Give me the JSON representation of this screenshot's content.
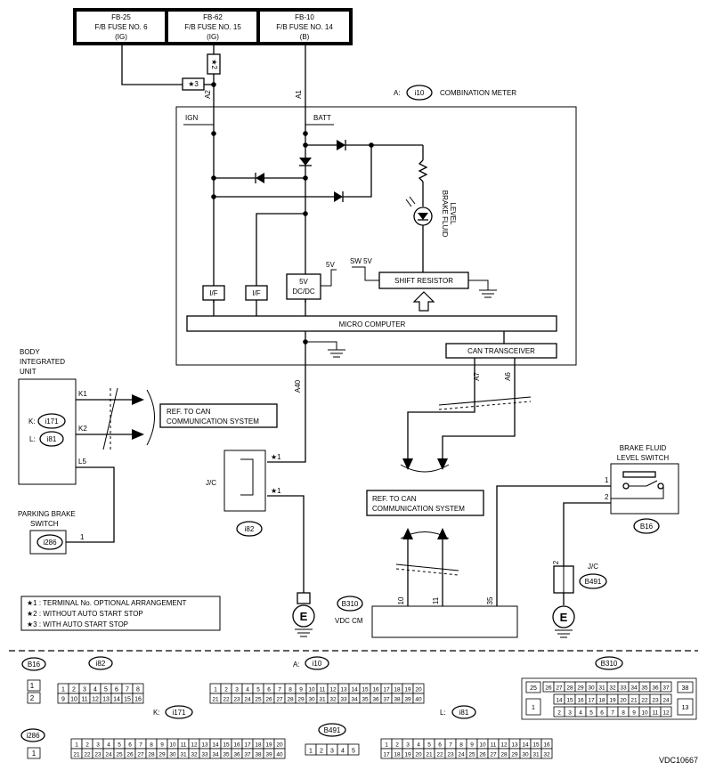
{
  "fuses": [
    {
      "name": "FB-25",
      "label": "F/B FUSE NO. 6",
      "ign": "(IG)"
    },
    {
      "name": "FB-62",
      "label": "F/B FUSE NO. 15",
      "ign": "(IG)"
    },
    {
      "name": "FB-10",
      "label": "F/B FUSE NO. 14",
      "ign": "(B)"
    }
  ],
  "notes_marks": {
    "n1": "★1",
    "n2": "★2",
    "n3": "★3"
  },
  "meter": {
    "prefix": "A:",
    "code": "i10",
    "name": "COMBINATION METER",
    "ign": "IGN",
    "batt": "BATT",
    "pin_a2": "A2",
    "pin_a1": "A1",
    "pin_a40": "A40",
    "pin_a7": "A7",
    "pin_a6": "A6",
    "brake_fluid": [
      "BRAKE FLUID",
      "LEVEL"
    ],
    "sw5v": "SW 5V",
    "v5": "5V",
    "shift_resistor": "SHIFT RESISTOR",
    "if1": "I/F",
    "if2": "I/F",
    "dcdc": [
      "5V",
      "DC/DC"
    ],
    "micro": "MICRO COMPUTER",
    "can": "CAN TRANSCEIVER"
  },
  "biu": {
    "title": [
      "BODY",
      "INTEGRATED",
      "UNIT"
    ],
    "k_prefix": "K:",
    "k_code": "i171",
    "l_prefix": "L:",
    "l_code": "i81",
    "pin_k1": "K1",
    "pin_k2": "K2",
    "pin_l5": "L5"
  },
  "ref_can_1": [
    "REF. TO CAN",
    "COMMUNICATION SYSTEM"
  ],
  "ref_can_2": [
    "REF. TO CAN",
    "COMMUNICATION SYSTEM"
  ],
  "jc1": {
    "label": "J/C",
    "code": "i82"
  },
  "parking": {
    "title": [
      "PARKING BRAKE",
      "SWITCH"
    ],
    "code": "i286",
    "pin": "1"
  },
  "brake_sw": {
    "title": [
      "BRAKE FLUID",
      "LEVEL SWITCH"
    ],
    "code": "B16",
    "pin1": "1",
    "pin2": "2"
  },
  "jc2": {
    "label": "J/C",
    "code": "B491",
    "pin": "2"
  },
  "vdc": {
    "code": "B310",
    "name": "VDC CM",
    "pin10": "10",
    "pin11": "11",
    "pin35": "35"
  },
  "ground_label": "E",
  "notes": [
    "★1  : TERMINAL No. OPTIONAL ARRANGEMENT",
    "★2  : WITHOUT AUTO START STOP",
    "★3  : WITH AUTO START STOP"
  ],
  "connectors": {
    "b16": "B16",
    "b16_pins": [
      "1",
      "2"
    ],
    "i82": "i82",
    "i82_row1": [
      "1",
      "2",
      "3",
      "4",
      "5",
      "6",
      "7",
      "8"
    ],
    "i82_row2": [
      "9",
      "10",
      "11",
      "12",
      "13",
      "14",
      "15",
      "16"
    ],
    "i10_prefix": "A:",
    "i10": "i10",
    "i10_row1": [
      "1",
      "2",
      "3",
      "4",
      "5",
      "6",
      "7",
      "8",
      "9",
      "10",
      "11",
      "12",
      "13",
      "14",
      "15",
      "16",
      "17",
      "18",
      "19",
      "20"
    ],
    "i10_row2": [
      "21",
      "22",
      "23",
      "24",
      "25",
      "26",
      "27",
      "28",
      "29",
      "30",
      "31",
      "32",
      "33",
      "34",
      "35",
      "36",
      "37",
      "38",
      "39",
      "40"
    ],
    "b310": "B310",
    "b310_row1": [
      "26",
      "27",
      "28",
      "29",
      "30",
      "31",
      "32",
      "33",
      "34",
      "35",
      "36",
      "37"
    ],
    "b310_row2": [
      "14",
      "15",
      "16",
      "17",
      "18",
      "19",
      "20",
      "21",
      "22",
      "23",
      "24"
    ],
    "b310_row3": [
      "2",
      "3",
      "4",
      "5",
      "6",
      "7",
      "8",
      "9",
      "10",
      "11",
      "12"
    ],
    "b310_side": [
      "25",
      "1",
      "38",
      "13"
    ],
    "i286": "i286",
    "i286_pin": "1",
    "i171_prefix": "K:",
    "i171": "i171",
    "i171_row1": [
      "1",
      "2",
      "3",
      "4",
      "5",
      "6",
      "7",
      "8",
      "9",
      "10",
      "11",
      "12",
      "13",
      "14",
      "15",
      "16",
      "17",
      "18",
      "19",
      "20"
    ],
    "i171_row2": [
      "21",
      "22",
      "23",
      "24",
      "25",
      "26",
      "27",
      "28",
      "29",
      "30",
      "31",
      "32",
      "33",
      "34",
      "35",
      "36",
      "37",
      "38",
      "39",
      "40"
    ],
    "b491": "B491",
    "b491_row": [
      "1",
      "2",
      "3",
      "4",
      "5"
    ],
    "i81_prefix": "L:",
    "i81": "i81",
    "i81_row1": [
      "1",
      "2",
      "3",
      "4",
      "5",
      "6",
      "7",
      "8",
      "9",
      "10",
      "11",
      "12",
      "13",
      "14",
      "15",
      "16"
    ],
    "i81_row2": [
      "17",
      "18",
      "19",
      "20",
      "21",
      "22",
      "23",
      "24",
      "25",
      "26",
      "27",
      "28",
      "29",
      "30",
      "31",
      "32"
    ]
  },
  "doc_code": "VDC10667"
}
